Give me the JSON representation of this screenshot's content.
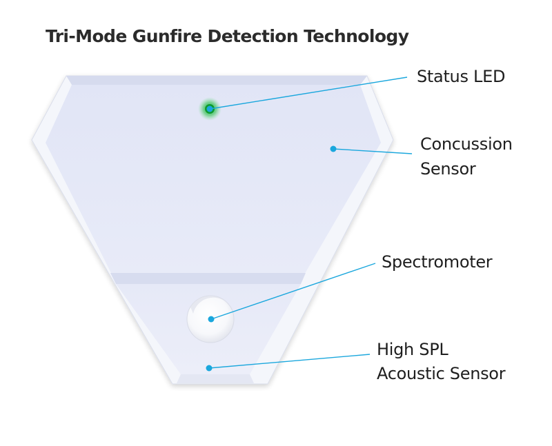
{
  "title": "Tri-Mode Gunfire Detection Technology",
  "labels": {
    "status_led": "Status LED",
    "concussion_sensor_line1": "Concussion",
    "concussion_sensor_line2": "Sensor",
    "spectromoter": "Spectromoter",
    "high_spl_line1": "High SPL",
    "high_spl_line2": "Acoustic Sensor"
  },
  "colors": {
    "callout": "#1aa7dd",
    "led": "#1fb83f",
    "device_face": "#e3e7f7",
    "device_edge": "#f3f5fb"
  }
}
